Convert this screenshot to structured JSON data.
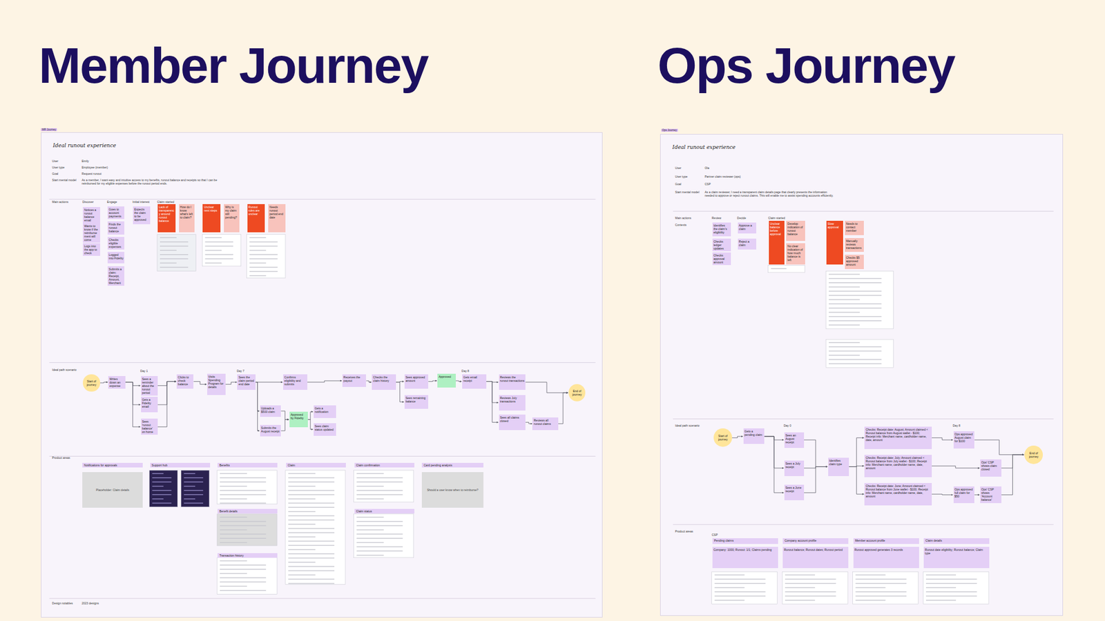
{
  "diagram": {
    "nodes": [
      {
        "text": [
          "Ideal runout experience"
        ]
      },
      {
        "text": [
          "Notices a runout balance email"
        ],
        "in": 0
      },
      {
        "text": [
          "Wants to know if the reimbursement will come"
        ],
        "in": 0
      },
      {
        "text": [
          "Logs into the app to check"
        ],
        "in": 0
      },
      {
        "text": [
          "Goes to account payments"
        ],
        "in": 0
      },
      {
        "text": [
          "Finds the runout balance"
        ],
        "in": 0
      },
      {
        "text": [
          "Checks eligible expenses"
        ],
        "in": 0
      },
      {
        "text": [
          "Logged into Fidelity"
        ],
        "in": 0
      },
      {
        "text": [
          "Submits a claim: Receipt, Amount, Merchant"
        ],
        "in": 0
      },
      {
        "text": [
          "Expects the claim to be approved"
        ],
        "in": 0
      },
      {
        "text": [
          "Lack of transparency around runout balance"
        ],
        "in": 0
      },
      {
        "text": [
          "How do I know what's left to claim?"
        ],
        "in": 0
      },
      {
        "text": [
          "Unclear next steps"
        ],
        "in": 0
      },
      {
        "text": [
          "Why is my claim still pending?"
        ],
        "in": 0
      },
      {
        "text": [
          "Runout rules are unclear"
        ],
        "in": 0
      },
      {
        "text": [
          "Needs runout period end date"
        ],
        "in": 0
      },
      {
        "text": [
          "Start of journey"
        ],
        "in": 0
      },
      {
        "text": [
          "Writes down an expense"
        ],
        "in": 0
      },
      {
        "text": [
          "Sees a reminder about the runout period"
        ],
        "in": 0
      },
      {
        "text": [
          "Gets a Fidelity email"
        ],
        "in": 0
      },
      {
        "text": [
          "Sees 'runout balance' on home"
        ],
        "in": 0
      },
      {
        "text": [
          "Clicks to check balance"
        ],
        "in": 0
      },
      {
        "text": [
          "Visits Spending Program for details"
        ],
        "in": 0
      },
      {
        "text": [
          "Sees the claim period end date"
        ],
        "in": 0
      },
      {
        "text": [
          "Uploads a $500 claim"
        ],
        "in": 0
      },
      {
        "text": [
          "Submits the August receipt"
        ],
        "in": 0
      },
      {
        "text": [
          "Confirms eligibility and submits"
        ],
        "in": 0
      },
      {
        "text": [
          "Approved by Fidelity"
        ],
        "in": 0
      },
      {
        "text": [
          "Gets a notification"
        ],
        "in": 0
      },
      {
        "text": [
          "Sees claim status updated"
        ],
        "in": 0
      },
      {
        "text": [
          "Receives the payout"
        ],
        "in": 0
      },
      {
        "text": [
          "Checks the claim history"
        ],
        "in": 0
      },
      {
        "text": [
          "Sees approved amount"
        ],
        "in": 0
      },
      {
        "text": [
          "Sees remaining balance"
        ],
        "in": 0
      },
      {
        "text": [
          "Approved"
        ],
        "in": 0
      },
      {
        "text": [
          "Gets email receipt"
        ],
        "in": 0
      },
      {
        "text": [
          "Reviews the runout transactions"
        ],
        "in": 0
      },
      {
        "text": [
          "Reviews July transactions"
        ],
        "in": 0
      },
      {
        "text": [
          "Sees all claims closed"
        ],
        "in": 0
      },
      {
        "text": [
          "Reviews all runout claims"
        ],
        "in": 0
      },
      {
        "text": [
          "End of journey"
        ],
        "in": 0
      },
      {
        "text": [
          "Notifications for approvals"
        ],
        "in": 0
      },
      {
        "text": [
          "Support hub"
        ],
        "in": 0
      },
      {
        "text": [
          "Benefits"
        ],
        "in": 0
      },
      {
        "text": [
          "Claim"
        ],
        "in": 0
      },
      {
        "text": [
          "Claim confirmation"
        ],
        "in": 0
      },
      {
        "text": [
          "Card pending analysis"
        ],
        "in": 0
      },
      {
        "text": [
          "Benefit details"
        ],
        "in": 0
      },
      {
        "text": [
          "Claim status"
        ],
        "in": 0
      },
      {
        "text": [
          "Transaction history"
        ],
        "in": 0
      },
      {
        "text": [
          "Placeholder: Claim details"
        ],
        "in": 0
      },
      {
        "text": [
          "Should a user know when to reimburse?"
        ],
        "in": 0
      },
      {
        "text": [
          "Ideal runout experience"
        ]
      },
      {
        "text": [
          "Identifies the claim's eligibility"
        ],
        "in": 52
      },
      {
        "text": [
          "Checks ledger updates"
        ],
        "in": 52
      },
      {
        "text": [
          "Checks approval amount"
        ],
        "in": 52
      },
      {
        "text": [
          "Approve a claim"
        ],
        "in": 52
      },
      {
        "text": [
          "Reject a claim"
        ],
        "in": 52
      },
      {
        "text": [
          "Unclear balance before approval"
        ],
        "in": 52
      },
      {
        "text": [
          "Develop indication of runout balance"
        ],
        "in": 52
      },
      {
        "text": [
          "No clear indication of how much balance is left"
        ],
        "in": 52
      },
      {
        "text": [
          "Slow approval"
        ],
        "in": 52
      },
      {
        "text": [
          "Needs to contact member"
        ],
        "in": 52
      },
      {
        "text": [
          "Manually reviews transactions"
        ],
        "in": 52
      },
      {
        "text": [
          "Checks $5 approved amount"
        ],
        "in": 52
      },
      {
        "text": [
          "Start of journey"
        ],
        "in": 52
      },
      {
        "text": [
          "Gets a pending claim"
        ],
        "in": 52
      },
      {
        "text": [
          "Sees an August receipt"
        ],
        "in": 52
      },
      {
        "text": [
          "Sees a July receipt"
        ],
        "in": 52
      },
      {
        "text": [
          "Sees a June receipt"
        ],
        "in": 52
      },
      {
        "text": [
          "Identifies claim type"
        ],
        "in": 52
      },
      {
        "text": [
          "Checks: Receipt date: August; Amount claimed < Runout balance from August wallet - $100; Receipt info: Merchant name, cardholder name, date, amount"
        ],
        "in": 52
      },
      {
        "text": [
          "Checks: Receipt date: July; Amount claimed < Runout balance from July wallet - $100; Receipt info: Merchant name, cardholder name, date, amount"
        ],
        "in": 52
      },
      {
        "text": [
          "Checks: Receipt date: June; Amount claimed < Runout balance from June wallet - $100; Receipt info: Merchant name, cardholder name, date, amount"
        ],
        "in": 52
      },
      {
        "text": [
          "Ops approved August claim for $100"
        ],
        "in": 52
      },
      {
        "text": [
          "Ops approved full claim for $50"
        ],
        "in": 52
      },
      {
        "text": [
          "Ops' CSP shows claim closed"
        ],
        "in": 52
      },
      {
        "text": [
          "Ops' CSP shows 'Account balance'"
        ],
        "in": 52
      },
      {
        "text": [
          "End of journey"
        ],
        "in": 52
      },
      {
        "text": [
          "Pending claims"
        ],
        "in": 52
      },
      {
        "text": [
          "Company account profile"
        ],
        "in": 52
      },
      {
        "text": [
          "Member account profile"
        ],
        "in": 52
      },
      {
        "text": [
          "Claim details"
        ],
        "in": 52
      },
      {
        "text": [
          "Company: 1000; Runout: 1/1; Claims pending"
        ],
        "in": 52
      },
      {
        "text": [
          "Runout balance; Runout dates; Runout period"
        ],
        "in": 52
      },
      {
        "text": [
          "Runout approved generates 3 records"
        ],
        "in": 52
      },
      {
        "text": [
          "Runout date eligibility; Runout balance; Claim type"
        ],
        "in": 52
      }
    ],
    "edges": [
      {
        "from": 16,
        "to": 17,
        "arrow": "to"
      },
      {
        "from": 17,
        "to": 18,
        "arrow": "to"
      },
      {
        "from": 17,
        "to": 19,
        "arrow": "to"
      },
      {
        "from": 17,
        "to": 20,
        "arrow": "to"
      },
      {
        "from": 18,
        "to": 21,
        "arrow": "to"
      },
      {
        "from": 19,
        "to": 21,
        "arrow": "to"
      },
      {
        "from": 20,
        "to": 21,
        "arrow": "to"
      },
      {
        "from": 21,
        "to": 22,
        "arrow": "to"
      },
      {
        "from": 22,
        "to": 23,
        "arrow": "to"
      },
      {
        "from": 23,
        "to": 24,
        "arrow": "to"
      },
      {
        "from": 23,
        "to": 25,
        "arrow": "to"
      },
      {
        "from": 24,
        "to": 27,
        "arrow": "to"
      },
      {
        "from": 25,
        "to": 27,
        "arrow": "to"
      },
      {
        "from": 27,
        "to": 28,
        "arrow": "to"
      },
      {
        "from": 27,
        "to": 29,
        "arrow": "to"
      },
      {
        "from": 23,
        "to": 26,
        "arrow": "to"
      },
      {
        "from": 26,
        "to": 30,
        "arrow": "to"
      },
      {
        "from": 30,
        "to": 31,
        "arrow": "to"
      },
      {
        "from": 31,
        "to": 32,
        "arrow": "to"
      },
      {
        "from": 31,
        "to": 33,
        "arrow": "to"
      },
      {
        "from": 32,
        "to": 34,
        "arrow": "to"
      },
      {
        "from": 34,
        "to": 35,
        "arrow": "to"
      },
      {
        "from": 35,
        "to": 36,
        "arrow": "to"
      },
      {
        "from": 35,
        "to": 37,
        "arrow": "to"
      },
      {
        "from": 35,
        "to": 38,
        "arrow": "to"
      },
      {
        "from": 38,
        "to": 39,
        "arrow": "to"
      },
      {
        "from": 36,
        "to": 40,
        "arrow": "to"
      },
      {
        "from": 39,
        "to": 40,
        "arrow": "to"
      },
      {
        "from": 65,
        "to": 66,
        "arrow": "to"
      },
      {
        "from": 66,
        "to": 67,
        "arrow": "to"
      },
      {
        "from": 66,
        "to": 68,
        "arrow": "to"
      },
      {
        "from": 66,
        "to": 69,
        "arrow": "to"
      },
      {
        "from": 67,
        "to": 70,
        "arrow": "to"
      },
      {
        "from": 68,
        "to": 70,
        "arrow": "to"
      },
      {
        "from": 69,
        "to": 70,
        "arrow": "to"
      },
      {
        "from": 70,
        "to": 71,
        "arrow": "to"
      },
      {
        "from": 70,
        "to": 72,
        "arrow": "to"
      },
      {
        "from": 70,
        "to": 73,
        "arrow": "to"
      },
      {
        "from": 71,
        "to": 74,
        "arrow": "to"
      },
      {
        "from": 72,
        "to": 76,
        "arrow": "to"
      },
      {
        "from": 73,
        "to": 75,
        "arrow": "to"
      },
      {
        "from": 75,
        "to": 77,
        "arrow": "to"
      },
      {
        "from": 74,
        "to": 78,
        "arrow": "to"
      },
      {
        "from": 76,
        "to": 78,
        "arrow": "to"
      },
      {
        "from": 77,
        "to": 78,
        "arrow": "to"
      }
    ],
    "labels": [
      "Member Journey",
      "Ops Journey",
      "MR Journey",
      "Ops Journey",
      "User",
      "Emily",
      "User type",
      "Employee (member)",
      "Goal",
      "Request runout",
      "Start mental model",
      "As a member, I want easy and intuitive access to my benefits, runout balance and receipts so that I can be reimbursed for my eligible expenses before the runout period ends.",
      "Main actions",
      "Discover",
      "Engage",
      "Initial interest",
      "Claim started",
      "Ideal path scenario",
      "Day 1",
      "Day 7",
      "Day 8",
      "Product areas",
      "Design notables",
      "2023 designs",
      "User",
      "Ola",
      "User type",
      "Partner claim reviewer (ops)",
      "Goal",
      "CSP",
      "Start mental model",
      "As a claim reviewer, I need a transparent claim details page that clearly presents the information needed to approve or reject runout claims. This will enable me to assist spending accounts efficiently.",
      "Main actions",
      "Contexts",
      "Review",
      "Decide",
      "Claim started",
      "Ideal path scenario",
      "Day 0",
      "Day 8",
      "Product areas",
      "CSP"
    ]
  }
}
